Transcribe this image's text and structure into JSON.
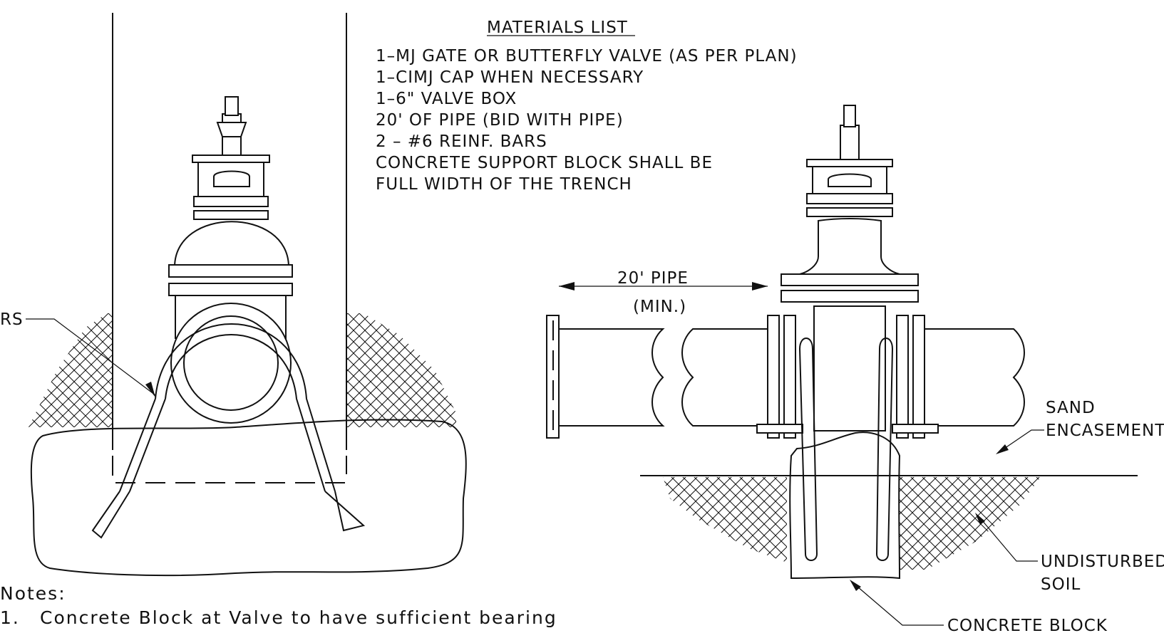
{
  "materials": {
    "title": "MATERIALS LIST",
    "items": [
      "1–MJ GATE OR BUTTERFLY VALVE (AS PER PLAN)",
      "1–CIMJ CAP WHEN NECESSARY",
      "1–6\" VALVE BOX",
      "20' OF PIPE (BID WITH PIPE)",
      "2 – #6 REINF. BARS",
      "CONCRETE SUPPORT BLOCK SHALL BE",
      "FULL WIDTH OF THE TRENCH"
    ]
  },
  "labels": {
    "bars_partial": "RS",
    "pipe_length": "20' PIPE",
    "pipe_min": "(MIN.)",
    "sand_line1": "SAND",
    "sand_line2": "ENCASEMENT",
    "soil_line1": "UNDISTURBED",
    "soil_line2": "SOIL",
    "concrete_block": "CONCRETE BLOCK"
  },
  "notes": {
    "heading": "Notes:",
    "item1_number": "1.",
    "item1_text": "Concrete Block at Valve to have sufficient bearing"
  },
  "colors": {
    "ink": "#111111",
    "paper": "#ffffff"
  }
}
